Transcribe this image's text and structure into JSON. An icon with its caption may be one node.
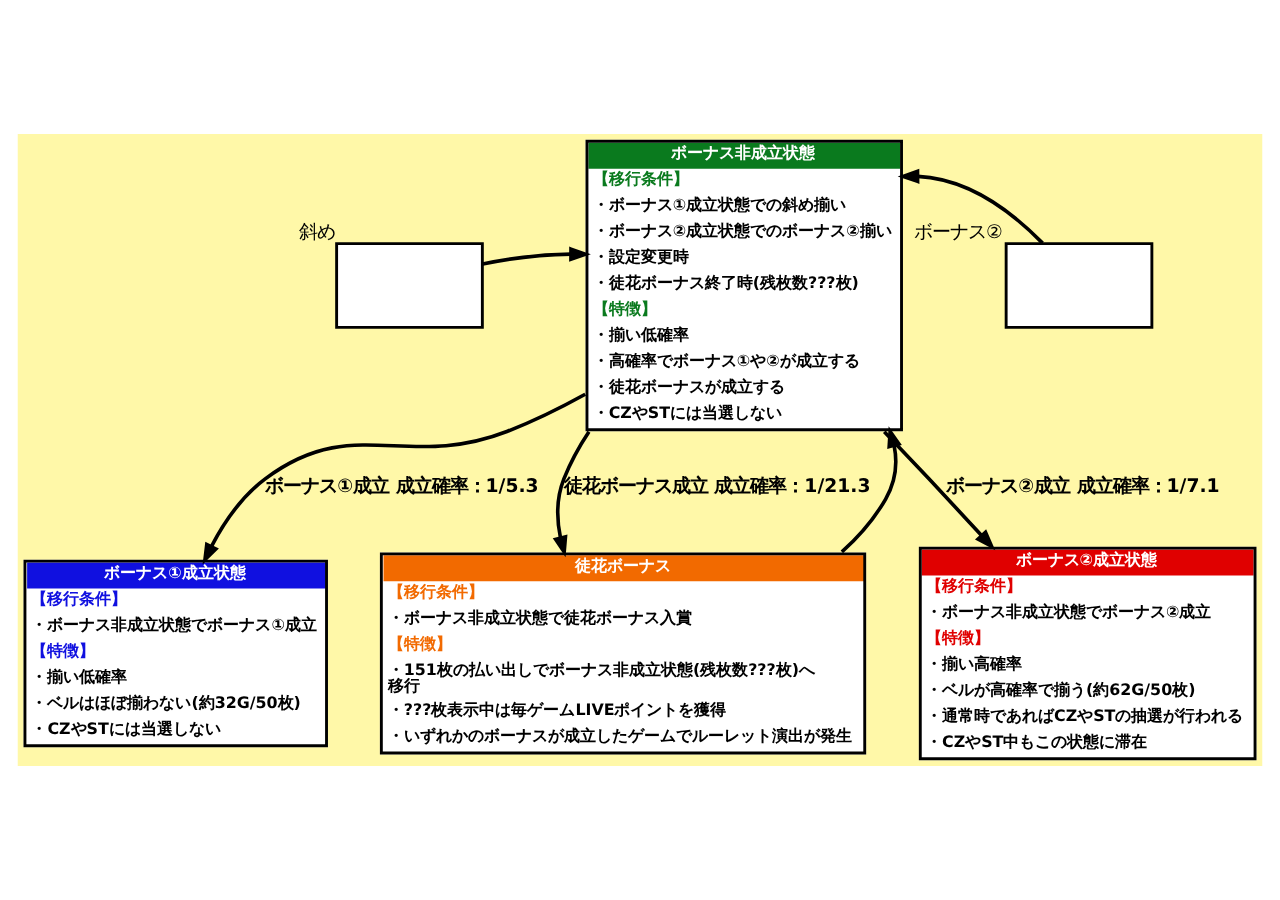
{
  "diagram": {
    "nodes": [
      {
        "text": [
          "ボーナス非成立状態",
          "【移行条件】",
          "・ボーナス①成立状態での斜め揃い",
          "・ボーナス②成立状態でのボーナス②揃い",
          "・設定変更時",
          "・徒花ボーナス終了時(残枚数???枚)",
          "【特徴】",
          "・揃い低確率",
          "・高確率でボーナス①や②が成立する",
          "・徒花ボーナスが成立する",
          "・CZやSTには当選しない"
        ]
      },
      {
        "text": [],
        "shape": "box",
        "beside": [
          "斜め"
        ]
      },
      {
        "text": [],
        "shape": "box",
        "beside": [
          "ボーナス②"
        ]
      },
      {
        "text": [
          "ボーナス①成立状態",
          "【移行条件】",
          "・ボーナス非成立状態でボーナス①成立",
          "【特徴】",
          "・揃い低確率",
          "・ベルはほぼ揃わない(約32G/50枚)",
          "・CZやSTには当選しない"
        ]
      },
      {
        "text": [
          "徒花ボーナス",
          "【移行条件】",
          "・ボーナス非成立状態で徒花ボーナス入賞",
          "【特徴】",
          "・151枚の払い出しでボーナス非成立状態(残枚数???枚)へ移行",
          "・???枚表示中は毎ゲームLIVEポイントを獲得",
          "・いずれかのボーナスが成立したゲームでルーレット演出が発生"
        ]
      },
      {
        "text": [
          "ボーナス②成立状態",
          "【移行条件】",
          "・ボーナス非成立状態でボーナス②成立",
          "【特徴】",
          "・揃い高確率",
          "・ベルが高確率で揃う(約62G/50枚)",
          "・通常時であればCZやSTの抽選が行われる",
          "・CZやST中もこの状態に滞在"
        ]
      }
    ],
    "edges": [
      {
        "from": 0,
        "to": 3,
        "arrow": "to",
        "label": "ボーナス①成立 成立確率：1/5.3"
      },
      {
        "from": 1,
        "to": 0,
        "arrow": "to"
      },
      {
        "from": 0,
        "to": 5,
        "arrow": "to",
        "label": "ボーナス②成立 成立確率：1/7.1"
      },
      {
        "from": 2,
        "to": 0,
        "arrow": "to"
      },
      {
        "from": 0,
        "to": 4,
        "arrow": "to",
        "label": "徒花ボーナス成立 成立確率：1/21.3"
      },
      {
        "from": 4,
        "to": 0,
        "arrow": "to"
      }
    ]
  }
}
